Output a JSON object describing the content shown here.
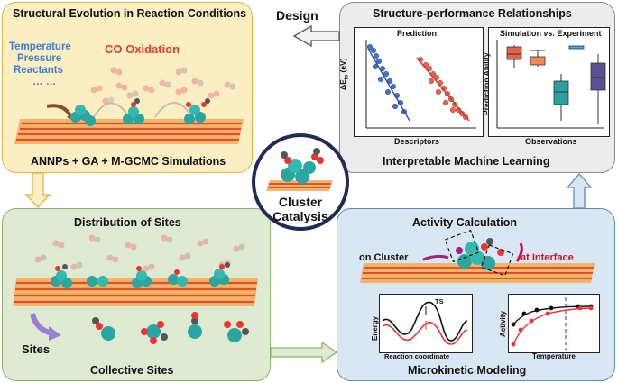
{
  "center": {
    "line1": "Cluster",
    "line2": "Catalysis"
  },
  "design_label": "Design",
  "panel_tl": {
    "title": "Structural Evolution in Reaction Conditions",
    "conditions": [
      "Temperature",
      "Pressure",
      "Reactants",
      "… …"
    ],
    "reaction": "CO Oxidation",
    "footer": "ANNPs + GA + M-GCMC Simulations"
  },
  "panel_tr": {
    "title": "Structure-performance Relationships",
    "prediction_title": "Prediction",
    "prediction_ylabel": "ΔE",
    "prediction_ylabel_sub": "ts",
    "prediction_ylabel_unit": "(eV)",
    "prediction_xlabel": "Descriptors",
    "sim_title_a": "Simulation ",
    "sim_title_b": "vs.",
    "sim_title_c": " Experiment",
    "sim_ylabel": "Prediction Ability",
    "sim_xlabel": "Observations",
    "footer": "Interpretable Machine Learning"
  },
  "panel_bl": {
    "title": "Distribution of Sites",
    "sites_label": "Sites",
    "footer": "Collective Sites"
  },
  "panel_br": {
    "title": "Activity Calculation",
    "on_cluster": "on Cluster",
    "at_interface": "at Interface",
    "energy_label": "Energy",
    "ts_label": "TS",
    "reaction_coordinate": "Reaction coordinate",
    "activity_label": "Activity",
    "temperature_label": "Temperature",
    "footer": "Microkinetic Modeling"
  },
  "colors": {
    "yellow_panel": "#fbeec2",
    "yellow_border": "#e3b24a",
    "gray_panel": "#ececec",
    "gray_border": "#8a8a8a",
    "green_panel": "#dfead3",
    "green_border": "#8bb36b",
    "blue_panel": "#d9e6f3",
    "blue_border": "#5b8bc2",
    "reaction_red": "#e53b2c",
    "conditions_blue": "#3f7fc8",
    "interface_red": "#c4163b"
  }
}
